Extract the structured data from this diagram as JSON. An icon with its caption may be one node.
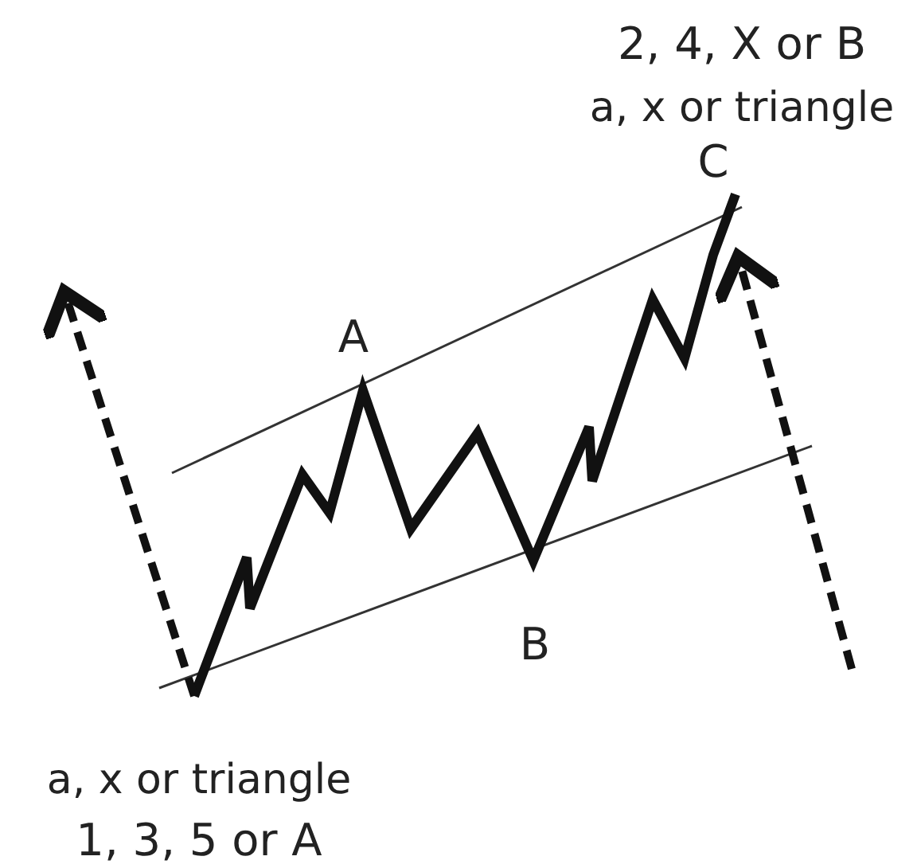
{
  "diagram": {
    "labels": [
      "2, 4, X or B",
      "a, x or triangle",
      "C",
      "A",
      "B",
      "a, x or triangle",
      "1, 3, 5 or A"
    ]
  }
}
